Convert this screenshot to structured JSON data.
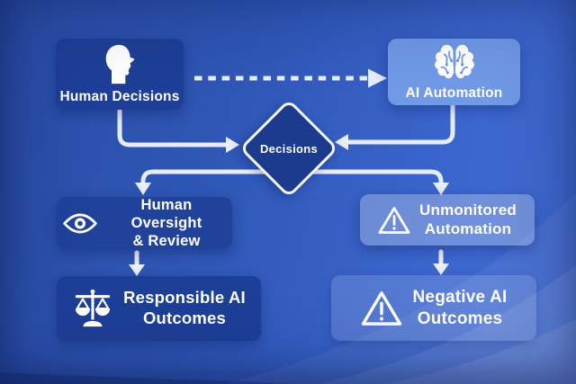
{
  "diagram": {
    "nodes": {
      "human_decisions": {
        "label": "Human Decisions",
        "icon": "head-profile"
      },
      "ai_automation": {
        "label": "AI Automation",
        "icon": "brain-circuit"
      },
      "decisions": {
        "label": "Decisions"
      },
      "human_oversight": {
        "line1": "Human Oversight",
        "line2": "& Review",
        "icon": "eye"
      },
      "unmonitored": {
        "line1": "Unmonitored",
        "line2": "Automation",
        "icon": "warning-triangle"
      },
      "responsible": {
        "line1": "Responsible AI",
        "line2": "Outcomes",
        "icon": "scales"
      },
      "negative": {
        "line1": "Negative AI",
        "line2": "Outcomes",
        "icon": "warning-triangle"
      }
    },
    "edges": [
      {
        "from": "Human Decisions",
        "to": "AI Automation",
        "style": "dashed"
      },
      {
        "from": "Human Decisions",
        "to": "Decisions",
        "style": "solid"
      },
      {
        "from": "AI Automation",
        "to": "Decisions",
        "style": "solid"
      },
      {
        "from": "Decisions",
        "to": "Human Oversight & Review",
        "style": "solid"
      },
      {
        "from": "Decisions",
        "to": "Unmonitored Automation",
        "style": "solid"
      },
      {
        "from": "Human Oversight & Review",
        "to": "Responsible AI Outcomes",
        "style": "solid"
      },
      {
        "from": "Unmonitored Automation",
        "to": "Negative AI Outcomes",
        "style": "solid"
      }
    ],
    "colors": {
      "background": "#2f57b6",
      "node_dark": "#1e3f97",
      "node_light": "#7099e6",
      "diamond": "#1c3a8e",
      "arrow": "#f2f6ff",
      "text": "#ffffff"
    }
  }
}
